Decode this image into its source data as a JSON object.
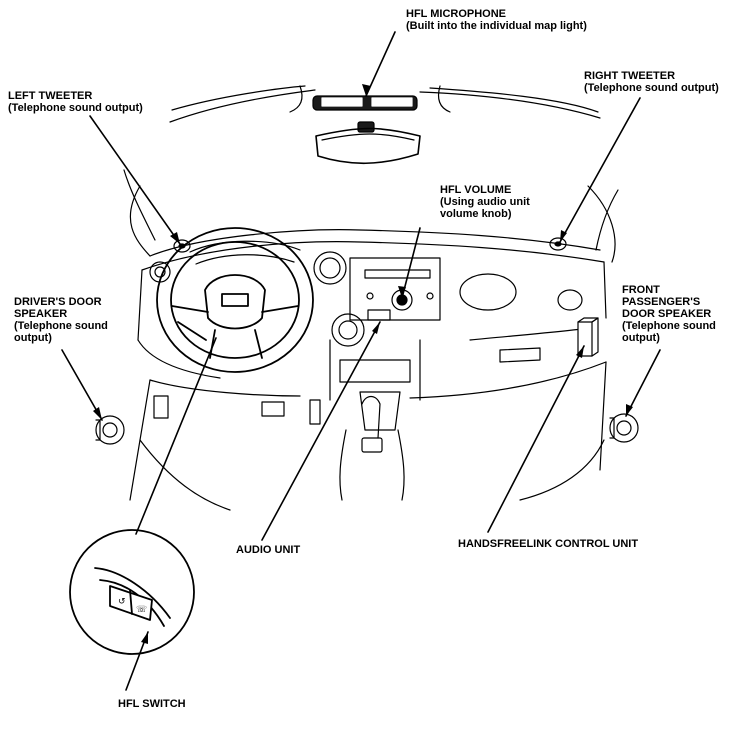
{
  "labels": {
    "hfl_microphone": [
      "HFL MICROPHONE",
      "(Built into the individual map light)"
    ],
    "left_tweeter": [
      "LEFT TWEETER",
      "(Telephone sound output)"
    ],
    "right_tweeter": [
      "RIGHT TWEETER",
      "(Telephone sound output)"
    ],
    "hfl_volume": [
      "HFL VOLUME",
      "(Using audio unit",
      "volume knob)"
    ],
    "drivers_door_speaker": [
      "DRIVER'S DOOR",
      "SPEAKER",
      "(Telephone sound",
      "output)"
    ],
    "front_passengers_door_speaker": [
      "FRONT",
      "PASSENGER'S",
      "DOOR SPEAKER",
      "(Telephone sound",
      "output)"
    ],
    "audio_unit": "AUDIO UNIT",
    "handsfreelink_control_unit": "HANDSFREELINK CONTROL UNIT",
    "hfl_switch": "HFL SWITCH"
  }
}
